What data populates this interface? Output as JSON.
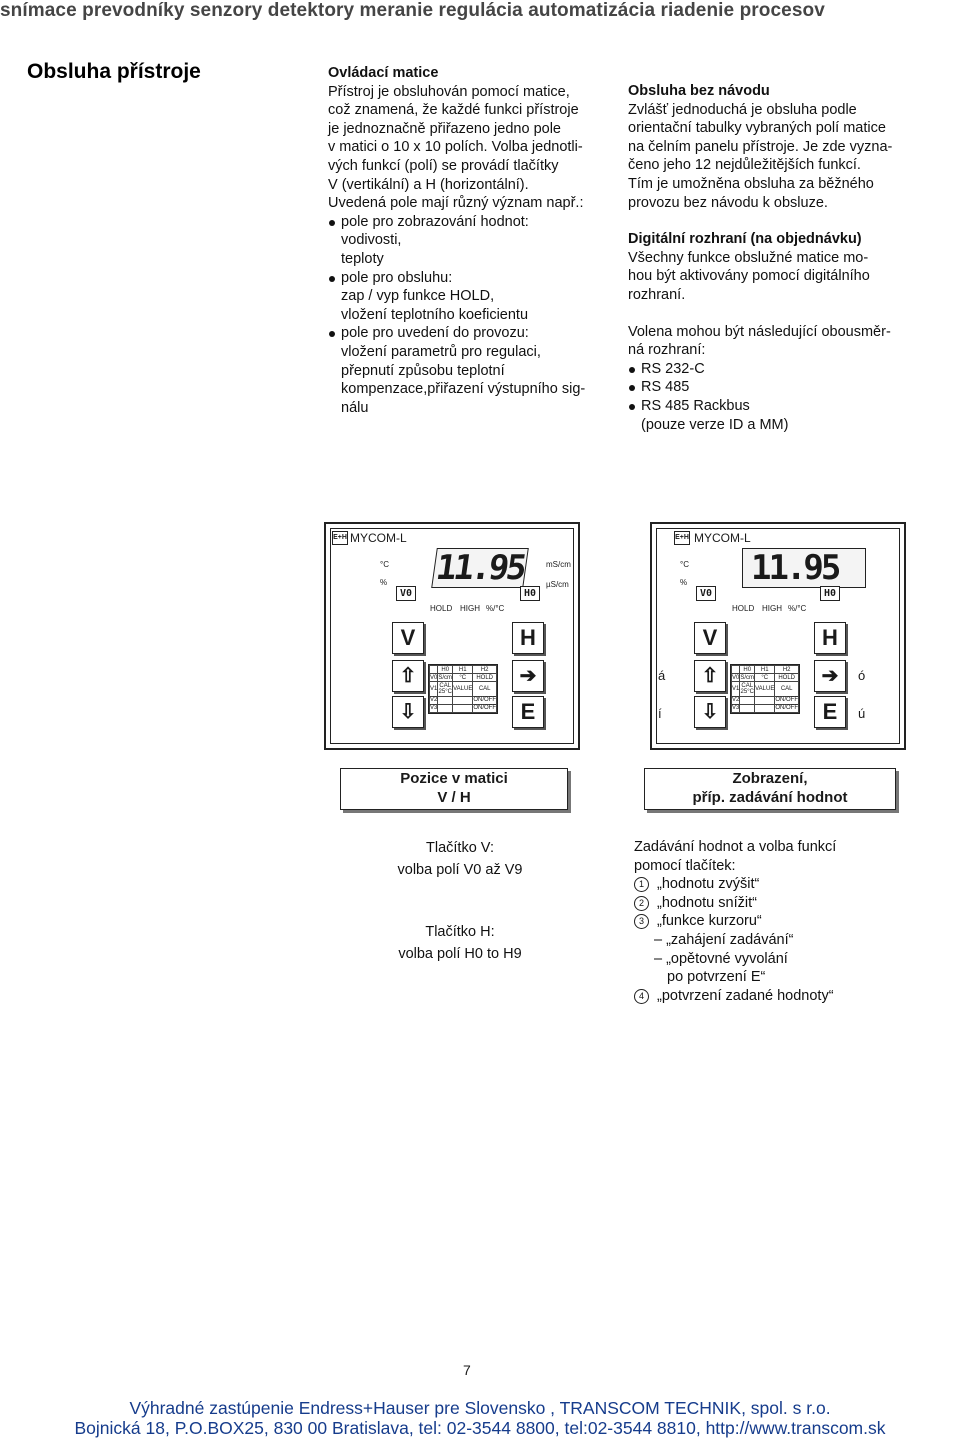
{
  "banner": "snímace prevodníky senzory detektory meranie regulácia automatizácia riadenie procesov",
  "page_title": "Obsluha přístroje",
  "col1": {
    "heading": "Ovládací matice",
    "paragraph": [
      "Přístroj je obsluhován pomocí matice,",
      "což znamená, že každé funkci přístroje",
      "je jednoznačně přiřazeno jedno pole",
      "v matici o 10 x 10 polích. Volba jednotli-",
      "vých funkcí (polí) se provádí tlačítky",
      "V (vertikální) a H (horizontální).",
      "Uvedená pole mají různý význam např.:"
    ],
    "bullets": [
      {
        "head": "pole pro zobrazování hodnot:",
        "lines": [
          "vodivosti,",
          "teploty"
        ]
      },
      {
        "head": "pole pro obsluhu:",
        "lines": [
          "zap / vyp funkce HOLD,",
          "vložení teplotního koeficientu"
        ]
      },
      {
        "head": "pole pro uvedení do provozu:",
        "lines": [
          "vložení parametrů pro regulaci,",
          "přepnutí způsobu teplotní",
          "kompenzace,přiřazení výstupního sig-",
          "nálu"
        ]
      }
    ]
  },
  "col2": {
    "heading1": "Obsluha bez návodu",
    "para1": [
      "Zvlášť jednoduchá je obsluha podle",
      "orientační tabulky vybraných polí matice",
      "na čelním panelu přístroje. Je zde vyzna-",
      "čeno jeho 12 nejdůležitějších funkcí.",
      "Tím je umožněna obsluha za běžného",
      "provozu bez návodu k obsluze."
    ],
    "heading2": "Digitální rozhraní (na objednávku)",
    "para2": [
      "Všechny funkce obslužné matice mo-",
      "hou být aktivovány pomocí digitálního",
      "rozhraní."
    ],
    "para3": [
      "Volena mohou být následující obousměr-",
      "ná rozhraní:"
    ],
    "bullets": [
      "RS 232-C",
      "RS 485",
      "RS 485 Rackbus"
    ],
    "bullet_note": "(pouze verze ID a MM)"
  },
  "device": {
    "logo": "E+H",
    "model": "MYCOM-L",
    "reading": "11.95",
    "unit_ms": "mS/cm",
    "unit_us": "µS/cm",
    "deg_c": "°C",
    "percent": "%",
    "v_field": "V0",
    "h_field": "H0",
    "labels": [
      "HOLD",
      "HIGH",
      "%/°C"
    ],
    "btn_v": "V",
    "btn_h": "H",
    "btn_e": "E",
    "plus": "+",
    "minus": "-",
    "matrix_head": [
      "",
      "H0",
      "H1",
      "H2"
    ],
    "matrix_rows": [
      [
        "V0",
        "S/cm",
        "°C",
        "HOLD"
      ],
      [
        "V1",
        "CAL 25°C",
        "VALUE",
        "CAL"
      ],
      [
        "V2",
        "",
        "",
        "ON/OFF"
      ],
      [
        "V3",
        "",
        "",
        "ON/OFF"
      ]
    ],
    "marks": {
      "a1": "á",
      "i": "í",
      "o": "ó",
      "u": "ú"
    }
  },
  "callouts": {
    "left": [
      "Pozice v matici",
      "V / H"
    ],
    "right": [
      "Zobrazení,",
      "příp. zadávání hodnot"
    ]
  },
  "captions_left": {
    "v_title": "Tlačítko V:",
    "v_text": "volba polí V0 až V9",
    "h_title": "Tlačítko H:",
    "h_text": "volba polí H0 to H9"
  },
  "captions_right": {
    "intro": [
      "Zadávání hodnot a volba funkcí",
      "pomocí tlačítek:"
    ],
    "items": [
      {
        "num": "1",
        "text": "„hodnotu zvýšit“"
      },
      {
        "num": "2",
        "text": "„hodnotu snížit“"
      },
      {
        "num": "3",
        "text": "„funkce kurzoru“"
      }
    ],
    "sub": [
      "– „zahájení zadávání“",
      "– „opětovné vyvolání"
    ],
    "sub2": "po potvrzení E“",
    "item4": {
      "num": "4",
      "text": "„potvrzení zadané hodnoty“"
    }
  },
  "page_number": "7",
  "footer": [
    "Výhradné zastúpenie Endress+Hauser pre Slovensko , TRANSCOM TECHNIK, spol. s r.o.",
    "Bojnická 18, P.O.BOX25, 830 00 Bratislava, tel: 02-3544 8800, tel:02-3544 8810, http://www.transcom.sk"
  ]
}
